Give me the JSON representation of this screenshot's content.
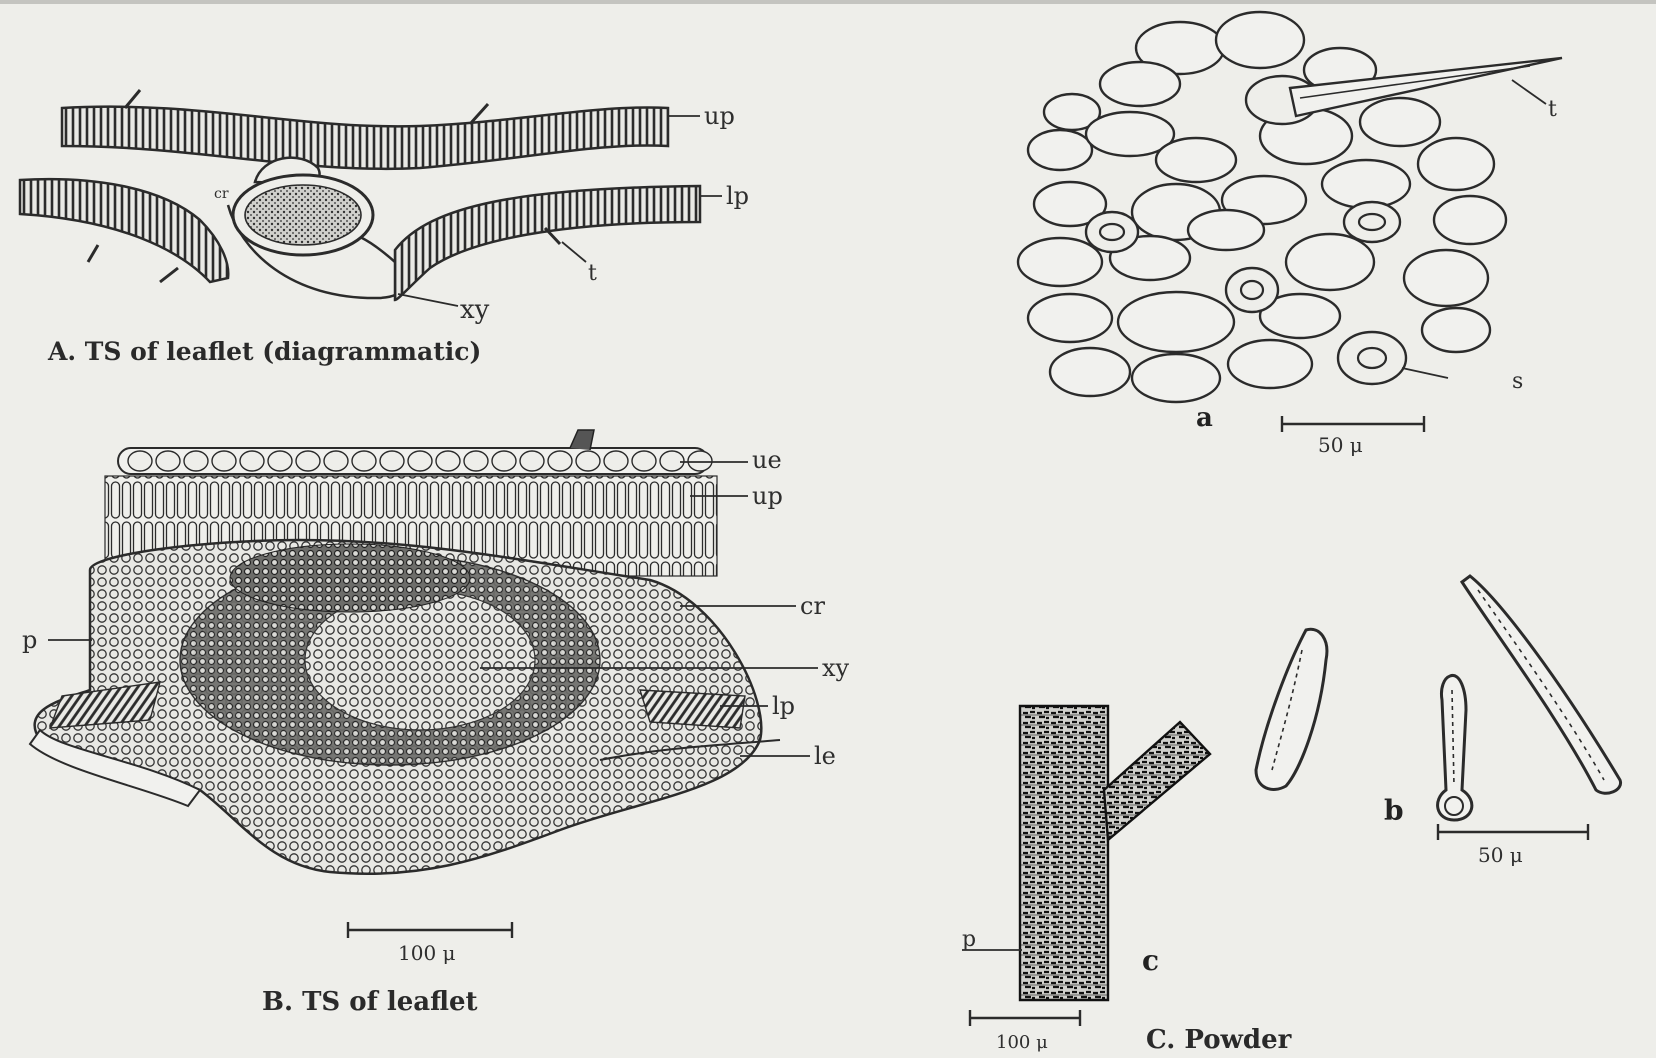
{
  "panel_A": {
    "caption": "A. TS of leaflet (diagrammatic)",
    "labels": {
      "up": "up",
      "lp": "lp",
      "t": "t",
      "xy": "xy",
      "cr": "cr"
    }
  },
  "panel_B": {
    "caption": "B. TS of leaflet",
    "labels": {
      "ue": "ue",
      "up": "up",
      "cr": "cr",
      "p": "p",
      "xy": "xy",
      "lp": "lp",
      "le": "le"
    },
    "scale": "100 μ"
  },
  "panel_C": {
    "caption": "C. Powder",
    "a": {
      "letter": "a",
      "t": "t",
      "s": "s",
      "scale": "50 μ"
    },
    "b": {
      "letter": "b",
      "scale": "50 μ"
    },
    "c": {
      "letter": "c",
      "p": "p",
      "scale": "100 μ"
    }
  }
}
